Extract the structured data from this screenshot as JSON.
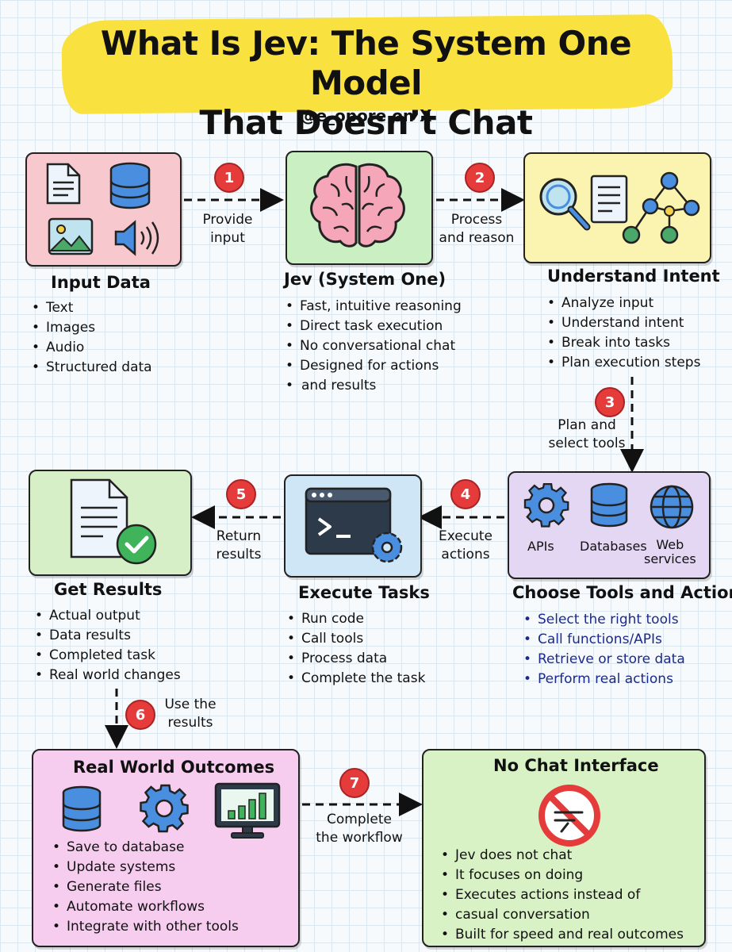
{
  "header": {
    "title_line1": "What Is Jev: The System One Model",
    "title_line2": "That Doesn’t Chat",
    "handle": "@e_opore on X"
  },
  "input_data": {
    "title": "Input Data",
    "items": [
      "Text",
      "Images",
      "Audio",
      "Structured data"
    ]
  },
  "jev": {
    "title": "Jev (System One)",
    "items": [
      "Fast, intuitive reasoning",
      "Direct task execution",
      "No conversational chat",
      "Designed for actions",
      "and results"
    ]
  },
  "intent": {
    "title": "Understand Intent",
    "items": [
      "Analyze input",
      "Understand intent",
      "Break into tasks",
      "Plan execution steps"
    ]
  },
  "tools": {
    "title": "Choose Tools and Actions",
    "labels": [
      "APIs",
      "Databases",
      "Web",
      "services"
    ],
    "items": [
      "Select the right tools",
      "Call functions/APIs",
      "Retrieve or store data",
      "Perform real actions"
    ]
  },
  "execute": {
    "title": "Execute Tasks",
    "items": [
      "Run code",
      "Call tools",
      "Process data",
      "Complete the task"
    ]
  },
  "results": {
    "title": "Get Results",
    "items": [
      "Actual output",
      "Data results",
      "Completed task",
      "Real world changes"
    ]
  },
  "outcomes": {
    "title": "Real World Outcomes",
    "items": [
      "Save to database",
      "Update systems",
      "Generate files",
      "Automate workflows",
      "Integrate with other tools"
    ]
  },
  "nochat": {
    "title": "No Chat Interface",
    "items": [
      "Jev does not chat",
      "It focuses on doing",
      "Executes actions instead of",
      "casual conversation",
      "Built for speed and real outcomes"
    ]
  },
  "steps": [
    {
      "num": "1",
      "line1": "Provide",
      "line2": "input"
    },
    {
      "num": "2",
      "line1": "Process",
      "line2": "and reason"
    },
    {
      "num": "3",
      "line1": "Plan and",
      "line2": "select tools"
    },
    {
      "num": "4",
      "line1": "Execute",
      "line2": "actions"
    },
    {
      "num": "5",
      "line1": "Return",
      "line2": "results"
    },
    {
      "num": "6",
      "line1": "Use the",
      "line2": "results"
    },
    {
      "num": "7",
      "line1": "Complete",
      "line2": "the workflow"
    }
  ],
  "colors": {
    "title_band": "#f9e23f",
    "input_box": "#f7c9cf",
    "jev_box": "#c9efc2",
    "intent_box": "#fbf3b0",
    "tools_box": "#e3d7f3",
    "execute_box": "#cfe6f6",
    "results_box": "#d7efc6",
    "outcomes_box": "#f6cdef",
    "nochat_box": "#d9f2c5",
    "step_badge": "#e63b3b",
    "icon_blue": "#4a8ee0"
  }
}
